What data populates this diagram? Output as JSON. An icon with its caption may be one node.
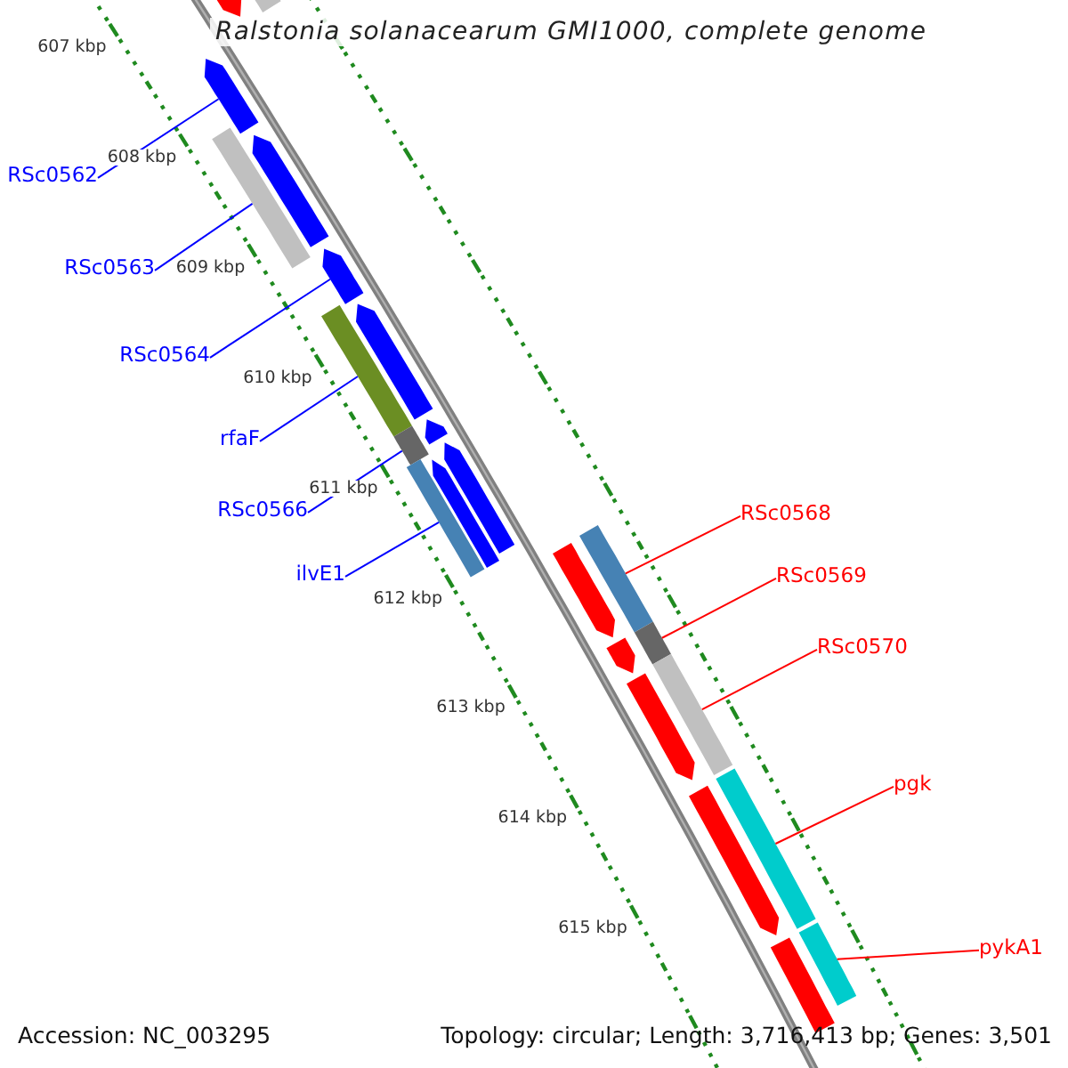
{
  "diagram": {
    "title": "Ralstonia solanacearum GMI1000, complete genome",
    "nodes": [
      {
        "text": [
          "RSc0562"
        ]
      },
      {
        "text": [
          "RSc0563"
        ]
      },
      {
        "text": [
          "RSc0564"
        ]
      },
      {
        "text": [
          "rfaF"
        ]
      },
      {
        "text": [
          "RSc0566"
        ]
      },
      {
        "text": [
          "ilvE1"
        ]
      },
      {
        "text": [
          "RSc0568"
        ]
      },
      {
        "text": [
          "RSc0569"
        ]
      },
      {
        "text": [
          "RSc0570"
        ]
      },
      {
        "text": [
          "pgk"
        ]
      },
      {
        "text": [
          "pykA1"
        ]
      },
      {
        "text": [],
        "shape": "arrow"
      },
      {
        "text": [],
        "shape": "bar"
      },
      {
        "text": [],
        "shape": "arrow"
      },
      {
        "text": [],
        "shape": "bar"
      },
      {
        "text": [],
        "shape": "arrow"
      },
      {
        "text": [],
        "shape": "arrow"
      },
      {
        "text": [],
        "shape": "bar"
      },
      {
        "text": [],
        "shape": "arrow"
      },
      {
        "text": [],
        "shape": "bar"
      },
      {
        "text": [],
        "shape": "arrow"
      },
      {
        "text": [],
        "shape": "arrow"
      },
      {
        "text": [],
        "shape": "bar"
      },
      {
        "text": [],
        "shape": "arrow"
      },
      {
        "text": [],
        "shape": "bar"
      },
      {
        "text": [],
        "shape": "arrow"
      },
      {
        "text": [],
        "shape": "arrow"
      },
      {
        "text": [],
        "shape": "bar"
      },
      {
        "text": [],
        "shape": "bar"
      },
      {
        "text": [],
        "shape": "arrow"
      },
      {
        "text": [],
        "shape": "bar"
      },
      {
        "text": [],
        "shape": "arrow"
      },
      {
        "text": [],
        "shape": "bar"
      },
      {
        "text": [],
        "shape": "bar"
      }
    ],
    "edges": [
      {
        "from": 0,
        "to": 13,
        "arrow": "none"
      },
      {
        "from": 1,
        "to": 14,
        "arrow": "none"
      },
      {
        "from": 2,
        "to": 16,
        "arrow": "none"
      },
      {
        "from": 3,
        "to": 17,
        "arrow": "none"
      },
      {
        "from": 4,
        "to": 19,
        "arrow": "none"
      },
      {
        "from": 5,
        "to": 22,
        "arrow": "none"
      },
      {
        "from": 6,
        "to": 24,
        "arrow": "none",
        "color": "#ff0000"
      },
      {
        "from": 7,
        "to": 27,
        "arrow": "none",
        "color": "#ff0000"
      },
      {
        "from": 8,
        "to": 28,
        "arrow": "none",
        "color": "#ff0000"
      },
      {
        "from": 9,
        "to": 30,
        "arrow": "none",
        "color": "#ff0000"
      },
      {
        "from": 10,
        "to": 32,
        "arrow": "none",
        "color": "#ff0000"
      }
    ],
    "labels": [
      "607 kbp",
      "608 kbp",
      "609 kbp",
      "610 kbp",
      "611 kbp",
      "612 kbp",
      "613 kbp",
      "614 kbp",
      "615 kbp",
      "Accession: NC_003295",
      "Topology: circular; Length: 3,716,413 bp; Genes: 3,501"
    ]
  }
}
